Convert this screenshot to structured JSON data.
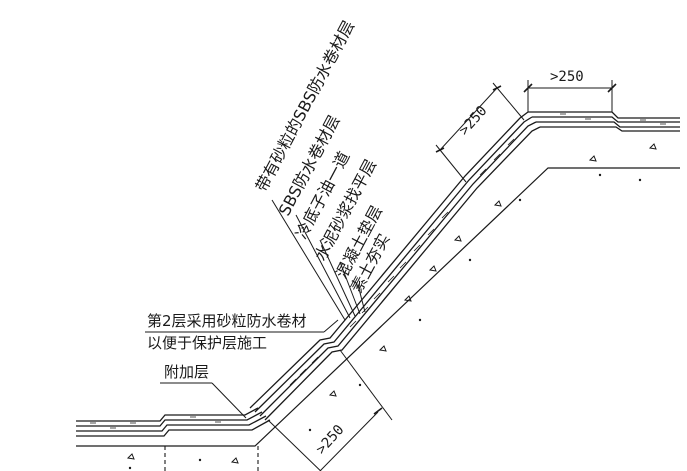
{
  "layer_labels": [
    "带有砂粒的SBS防水卷材层",
    "SBS防水卷材层",
    "冷底子油一道",
    "水泥砂浆找平层",
    "混凝土垫层",
    "素土夯实"
  ],
  "note_second_layer": {
    "line1": "第2层采用砂粒防水卷材",
    "line2": "以便于保护层施工"
  },
  "note_additional_layer": "附加层",
  "dimensions": {
    "top_horizontal": ">250",
    "slope_top": ">250",
    "slope_bottom": ">250"
  }
}
